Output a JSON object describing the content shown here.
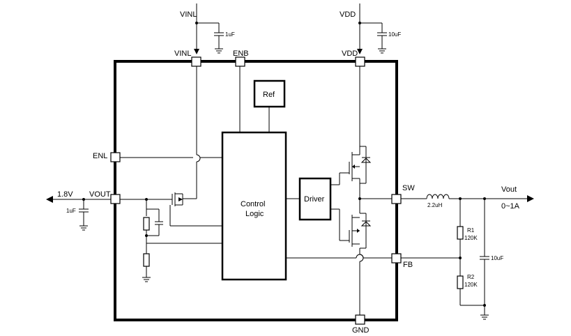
{
  "pins": {
    "vinl": "VINL",
    "enb": "ENB",
    "vdd": "VDD",
    "enl": "ENL",
    "vout": "VOUT",
    "sw": "SW",
    "fb": "FB",
    "gnd": "GND"
  },
  "external": {
    "vinl_top": "VINL",
    "vdd_top": "VDD",
    "out_1v8": "1.8V",
    "vout_right": "Vout",
    "vout_range": "0~1A"
  },
  "blocks": {
    "ref": "Ref",
    "driver": "Driver",
    "control_line1": "Control",
    "control_line2": "Logic"
  },
  "components": {
    "cap_vinl": "1uF",
    "cap_vdd": "10uF",
    "cap_ldo_out": "1uF",
    "inductor": "2.2uH",
    "r1_name": "R1",
    "r1_value": "120K",
    "r2_name": "R2",
    "r2_value": "120K",
    "cap_out": "10uF"
  }
}
